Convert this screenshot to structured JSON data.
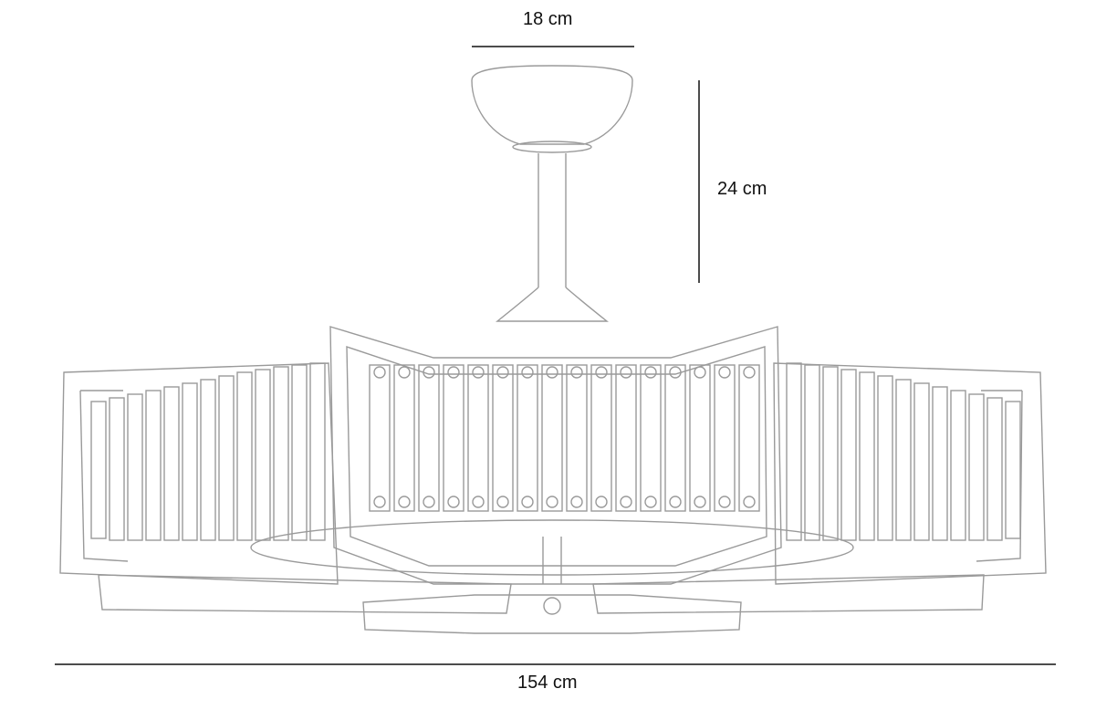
{
  "dimensions": {
    "canopy_width": "18 cm",
    "drop_height": "24 cm",
    "total_width": "154 cm"
  },
  "colors": {
    "line": "#9a9a9a",
    "dimension_line": "#111111",
    "background": "#ffffff"
  }
}
